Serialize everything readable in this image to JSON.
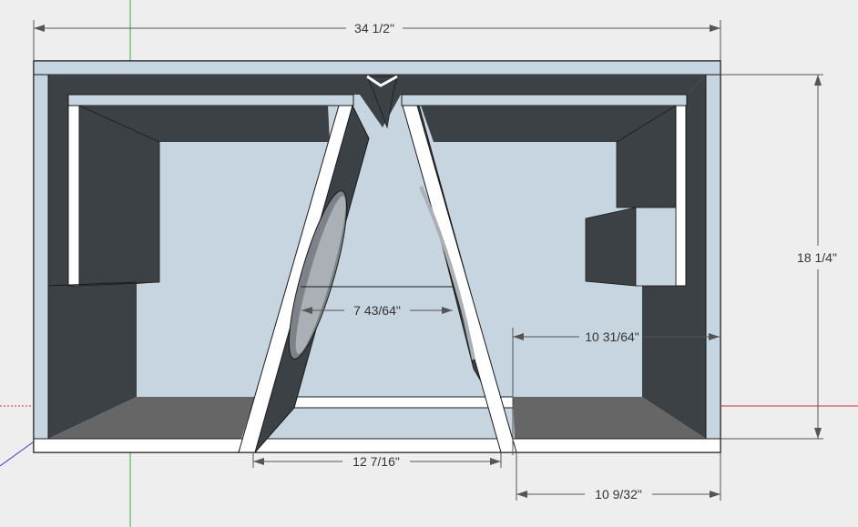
{
  "colors": {
    "background": "#eeeeee",
    "interior_back": "#c6d5e0",
    "panel_dark": "#3c4146",
    "floor": "#666666",
    "edge": "#ffffff",
    "outline": "#1a1a1a",
    "axis_green": "#3aa64a",
    "axis_red": "#cc3030",
    "axis_blue": "#3a3acc"
  },
  "dimensions": {
    "overall_width": "34 1/2\"",
    "overall_height": "18 1/4\"",
    "port_gap": "7 43/64\"",
    "right_chamber_depth": "10 31/64\"",
    "center_base": "12 7/16\"",
    "right_base": "10 9/32\""
  }
}
